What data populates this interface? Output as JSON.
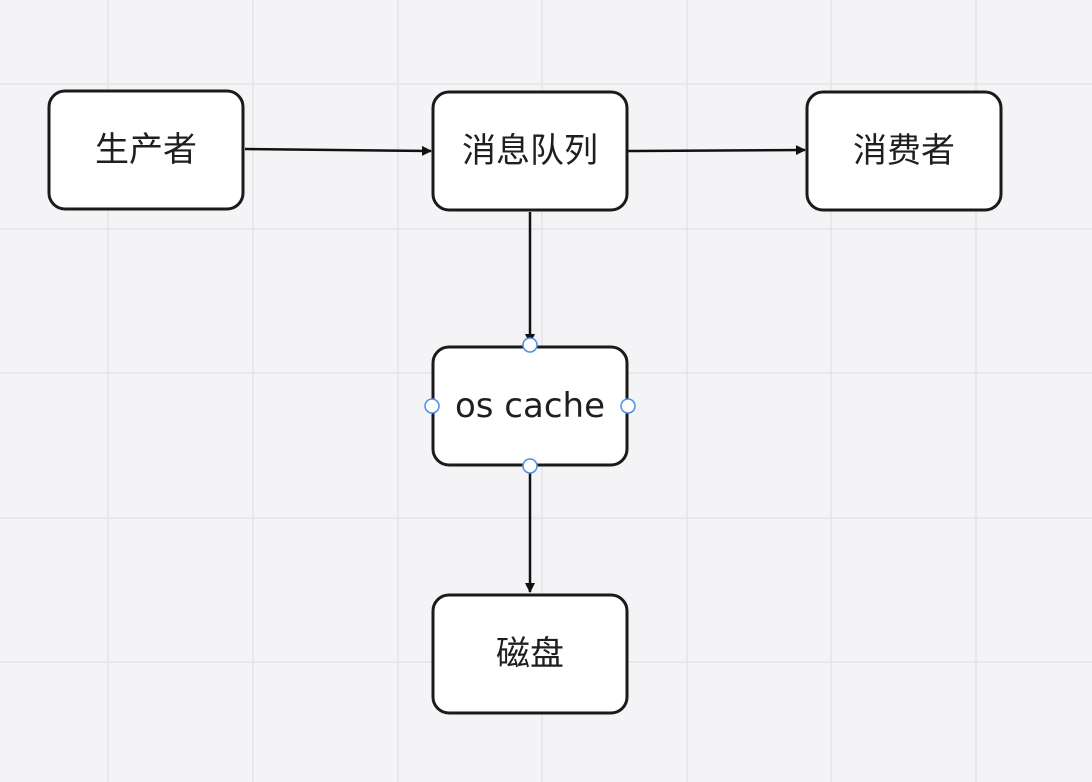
{
  "nodes": {
    "producer": "生产者",
    "queue": "消息队列",
    "consumer": "消费者",
    "cache": "os cache",
    "disk": "磁盘"
  },
  "selected_node": "cache",
  "colors": {
    "canvas": "#f4f4f6",
    "grid": "#e4e4e8",
    "node_fill": "#ffffff",
    "node_stroke": "#1a1a1a",
    "edge": "#111111",
    "selection_handle": "#4a8fe7"
  }
}
